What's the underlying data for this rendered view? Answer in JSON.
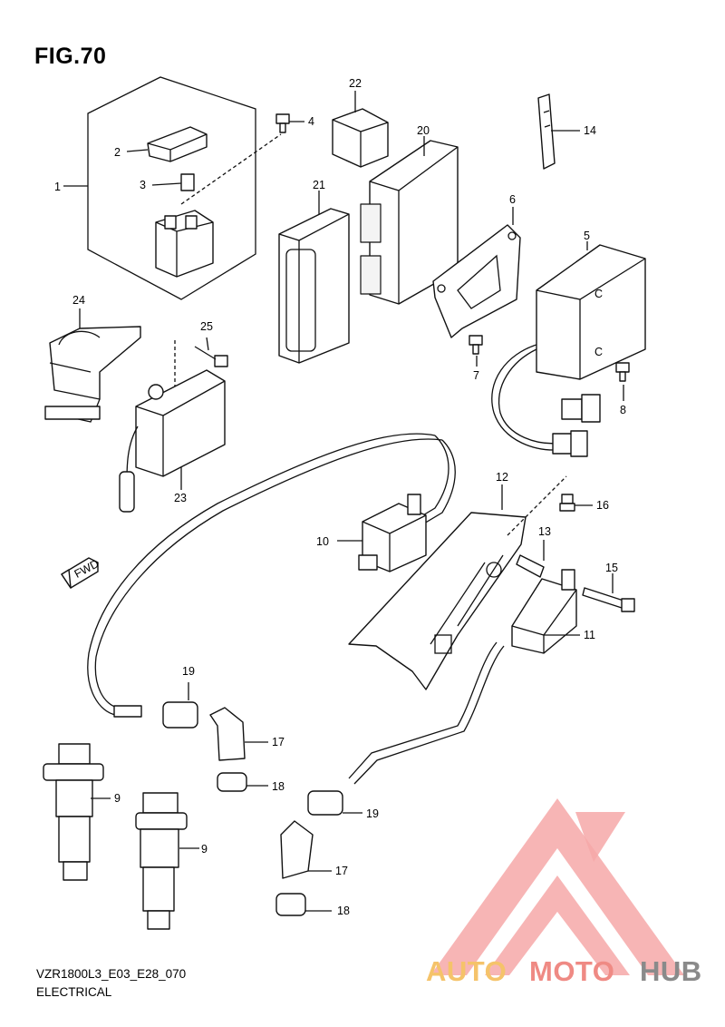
{
  "figure": {
    "title": "FIG.70",
    "code": "VZR1800L3_E03_E28_070",
    "section": "ELECTRICAL",
    "fwd_label": "FWD"
  },
  "callouts": [
    "1",
    "2",
    "3",
    "4",
    "5",
    "6",
    "7",
    "8",
    "9",
    "9",
    "10",
    "11",
    "12",
    "13",
    "14",
    "15",
    "16",
    "17",
    "17",
    "18",
    "18",
    "19",
    "19",
    "20",
    "21",
    "22",
    "23",
    "24",
    "25"
  ],
  "watermark": {
    "word_a": "AUTO",
    "word_b": "MOTO",
    "word_c": "HUB",
    "colors": {
      "word_a": "#f5c36a",
      "word_b": "#ef8a84",
      "word_c": "#8a8a8a",
      "logo": "#f08f8f"
    }
  }
}
